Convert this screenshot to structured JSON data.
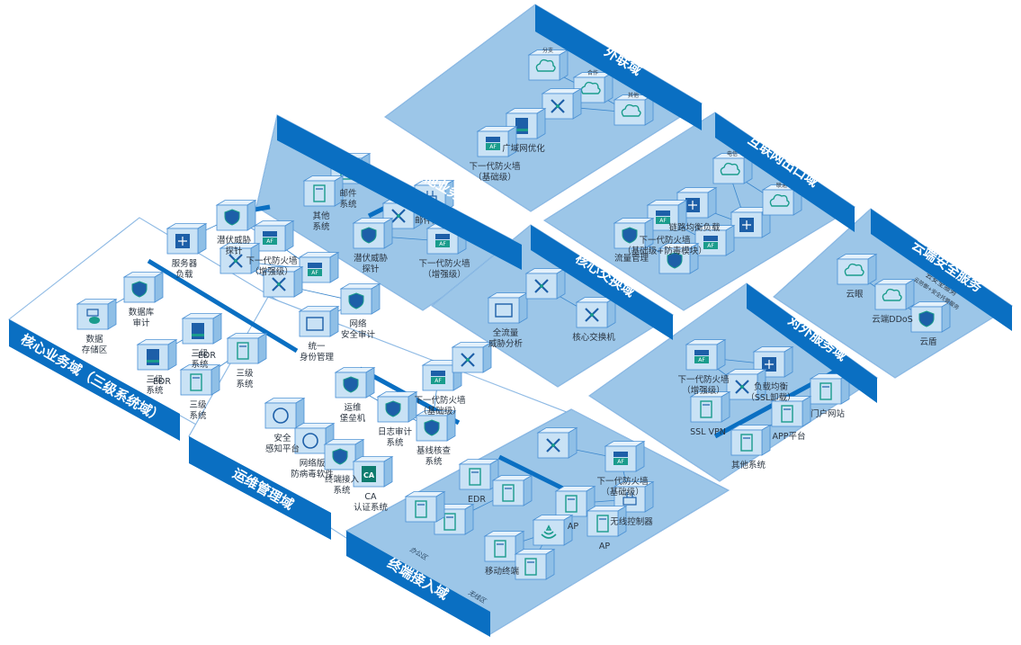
{
  "diagram": {
    "type": "isometric network security architecture",
    "colors": {
      "zone_fill": "#9cc6e8",
      "zone_border": "#4a90d4",
      "banner": "#0a6fc2",
      "device_face": "#c9e2f5",
      "device_edge": "#4a90d4",
      "icon_teal": "#1a9c8c",
      "icon_blue": "#1d5fa8",
      "connector": "#3a86cc"
    },
    "zones": [
      {
        "id": "external",
        "title": "外联域",
        "devices": [
          {
            "label": "",
            "icon": "cloud-icon",
            "tag": "分支"
          },
          {
            "label": "",
            "icon": "cloud-icon",
            "tag": "合作"
          },
          {
            "label": "",
            "icon": "cloud-icon",
            "tag": "其他"
          },
          {
            "label": "",
            "icon": "switch-icon"
          },
          {
            "label": "广域网优化",
            "icon": "wan-optimizer-icon"
          },
          {
            "label": "下一代防火墙\n（基础级）",
            "icon": "firewall-af-icon"
          }
        ]
      },
      {
        "id": "internet_egress",
        "title": "互联网出口域",
        "devices": [
          {
            "label": "链路均衡负载",
            "icon": "load-balancer-icon"
          },
          {
            "label": "",
            "icon": "load-balancer-icon"
          },
          {
            "label": "",
            "icon": "cloud-icon",
            "tag": "电信"
          },
          {
            "label": "",
            "icon": "cloud-icon",
            "tag": "联通"
          },
          {
            "label": "下一代防火墙\n（基础级+防毒模块）",
            "icon": "firewall-af-icon"
          },
          {
            "label": "",
            "icon": "firewall-af-icon"
          },
          {
            "label": "流量管理",
            "icon": "ac-shield-icon"
          },
          {
            "label": "",
            "icon": "ac-shield-icon"
          }
        ]
      },
      {
        "id": "cloud_security",
        "title": "云端安全服务",
        "devices": [
          {
            "label": "云眼",
            "icon": "cloud-eye-icon"
          },
          {
            "label": "云端DDoS",
            "icon": "cloud-icon"
          },
          {
            "label": "云盾",
            "icon": "cloud-shield-icon"
          }
        ],
        "note": "云安全服务",
        "subnote": "云防御+安全托管服务"
      },
      {
        "id": "other_business",
        "title": "其他业务域",
        "devices": [
          {
            "label": "邮件\n系统",
            "icon": "mail-server-icon"
          },
          {
            "label": "其他\n系统",
            "icon": "server-icon"
          },
          {
            "label": "邮件网关",
            "icon": "router-icon"
          },
          {
            "label": "",
            "icon": "switch-icon"
          },
          {
            "label": "潜伏威胁\n探针",
            "icon": "sta-shield-icon"
          },
          {
            "label": "下一代防火墙\n（增强级）",
            "icon": "firewall-af-icon"
          }
        ]
      },
      {
        "id": "core_switch",
        "title": "核心交换域",
        "devices": [
          {
            "label": "全流量\n威胁分析",
            "icon": "traffic-analysis-icon"
          },
          {
            "label": "",
            "icon": "switch-icon"
          },
          {
            "label": "核心交换机",
            "icon": "switch-icon"
          }
        ]
      },
      {
        "id": "public_service",
        "title": "对外服务域",
        "devices": [
          {
            "label": "负载均衡\n（SSL卸载）",
            "icon": "load-balancer-icon"
          },
          {
            "label": "下一代防火墙\n（增强级）",
            "icon": "firewall-af-icon"
          },
          {
            "label": "",
            "icon": "switch-icon"
          },
          {
            "label": "SSL VPN",
            "icon": "vpn-icon"
          },
          {
            "label": "门户网站",
            "icon": "web-server-icon"
          },
          {
            "label": "APP平台",
            "icon": "app-server-icon"
          },
          {
            "label": "其他系统",
            "icon": "server-icon"
          }
        ]
      },
      {
        "id": "core_business",
        "title": "核心业务域（三级系统域）",
        "devices": [
          {
            "label": "服务器\n负载",
            "icon": "load-balancer-icon"
          },
          {
            "label": "潜伏威胁\n探针",
            "icon": "sta-shield-icon"
          },
          {
            "label": "下一代防火墙\n（增强级）",
            "icon": "firewall-af-icon"
          },
          {
            "label": "",
            "icon": "firewall-af-icon"
          },
          {
            "label": "",
            "icon": "switch-icon"
          },
          {
            "label": "",
            "icon": "switch-icon"
          },
          {
            "label": "网络\n安全审计",
            "icon": "ac-shield-icon"
          },
          {
            "label": "统一\n身份管理",
            "icon": "identity-icon"
          },
          {
            "label": "数据库\n审计",
            "icon": "dbaudit-icon"
          },
          {
            "label": "数据\n存储区",
            "icon": "database-icon"
          },
          {
            "label": "三级\n系统",
            "icon": "vm-server-icon",
            "badge": "EDR"
          },
          {
            "label": "三级\n系统",
            "icon": "vm-server-icon",
            "badge": "EDR"
          },
          {
            "label": "三级\n系统",
            "icon": "server-icon"
          },
          {
            "label": "三级\n系统",
            "icon": "server-icon"
          }
        ]
      },
      {
        "id": "ops_management",
        "title": "运维管理域",
        "devices": [
          {
            "label": "安全\n感知平台",
            "icon": "sip-icon"
          },
          {
            "label": "网络版\n防病毒软件",
            "icon": "antivirus-icon"
          },
          {
            "label": "终端接入\n系统",
            "icon": "ac-shield-icon"
          },
          {
            "label": "CA\n认证系统",
            "icon": "ca-icon"
          },
          {
            "label": "运维\n堡垒机",
            "icon": "bastion-icon"
          },
          {
            "label": "日志审计\n系统",
            "icon": "log-audit-icon"
          },
          {
            "label": "基线核查\n系统",
            "icon": "baseline-icon"
          },
          {
            "label": "下一代防火墙\n（基础级）",
            "icon": "firewall-af-icon"
          },
          {
            "label": "",
            "icon": "switch-icon"
          }
        ]
      },
      {
        "id": "terminal_access",
        "title": "终端接入域",
        "sub_areas": [
          "办公区",
          "无线区"
        ],
        "devices": [
          {
            "label": "",
            "icon": "switch-icon"
          },
          {
            "label": "下一代防火墙\n（基础级）",
            "icon": "firewall-af-icon"
          },
          {
            "label": "无线控制器",
            "icon": "router-icon"
          },
          {
            "label": "AP",
            "icon": "ap-icon"
          },
          {
            "label": "AP",
            "icon": "ap-icon"
          },
          {
            "label": "EDR",
            "icon": "pc-icon"
          },
          {
            "label": "",
            "icon": "pc-icon"
          },
          {
            "label": "",
            "icon": "monitor-icon"
          },
          {
            "label": "",
            "icon": "tablet-icon"
          },
          {
            "label": "移动终端",
            "icon": "phone-icon"
          },
          {
            "label": "",
            "icon": "wifi-icon"
          },
          {
            "label": "",
            "icon": "mobile-icon"
          }
        ]
      }
    ]
  }
}
